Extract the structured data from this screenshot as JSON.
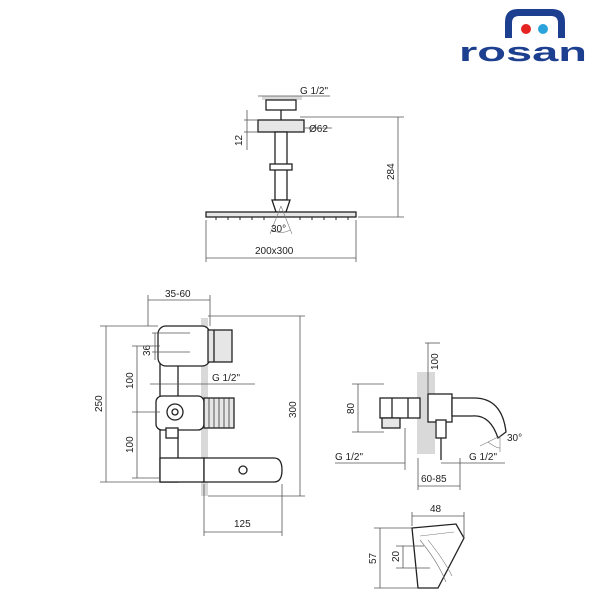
{
  "brand": {
    "name": "rosan",
    "color": "#1d3f8f",
    "dot_red": "#e52421",
    "dot_blue": "#2aa3dc"
  },
  "shower_head": {
    "thread_label": "G 1/2\"",
    "diameter_label": "Ø62",
    "flange_height_label": "12",
    "total_height_label": "284",
    "angle_label": "30°",
    "size_label": "200x300"
  },
  "concealed_mixer": {
    "depth_range_label": "35-60",
    "top_offset_label": "36",
    "upper_spacing_label": "100",
    "thread_label": "G 1/2\"",
    "lower_spacing_label": "100",
    "body_height_label": "250",
    "plate_height_label": "300",
    "plate_width_label": "125"
  },
  "bath_spout": {
    "height_label": "80",
    "top_label": "100",
    "thread_left_label": "G 1/2\"",
    "thread_right_label": "G 1/2\"",
    "projection_label": "60-85",
    "angle_label": "30°"
  },
  "spout_detail": {
    "width_label": "48",
    "height_label": "57",
    "outlet_label": "20"
  }
}
